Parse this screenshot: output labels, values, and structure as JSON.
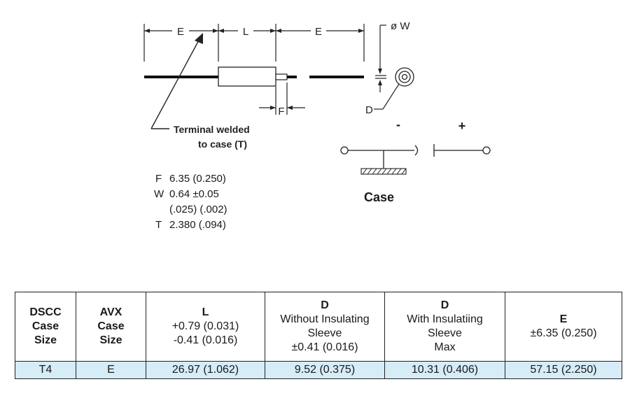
{
  "diagram": {
    "dim_e_left": "E",
    "dim_l": "L",
    "dim_e_right": "E",
    "dim_w": "ø W",
    "dim_f": "F",
    "dim_d": "D",
    "terminal_note_line1": "Terminal welded",
    "terminal_note_line2": "to case (T)",
    "minus": "-",
    "plus": "+",
    "case_label": "Case"
  },
  "specs": [
    {
      "key": "F",
      "value": "6.35 (0.250)"
    },
    {
      "key": "W",
      "value": "0.64 ±0.05"
    },
    {
      "key": "",
      "value": "(.025) (.002)"
    },
    {
      "key": "T",
      "value": "2.380 (.094)"
    }
  ],
  "table": {
    "headers": [
      {
        "bold": [
          "DSCC",
          "Case",
          "Size"
        ],
        "normal": []
      },
      {
        "bold": [
          "AVX",
          "Case",
          "Size"
        ],
        "normal": []
      },
      {
        "bold": [
          "L"
        ],
        "normal": [
          "+0.79 (0.031)",
          "-0.41 (0.016)"
        ]
      },
      {
        "bold": [
          "D"
        ],
        "normal": [
          "Without Insulating",
          "Sleeve",
          "±0.41 (0.016)"
        ]
      },
      {
        "bold": [
          "D"
        ],
        "normal": [
          "With Insulatiing",
          "Sleeve",
          "Max"
        ]
      },
      {
        "bold": [
          "E"
        ],
        "normal": [
          "±6.35 (0.250)"
        ]
      }
    ],
    "rows": [
      [
        "T4",
        "E",
        "26.97 (1.062)",
        "9.52 (0.375)",
        "10.31 (0.406)",
        "57.15 (2.250)"
      ]
    ]
  }
}
